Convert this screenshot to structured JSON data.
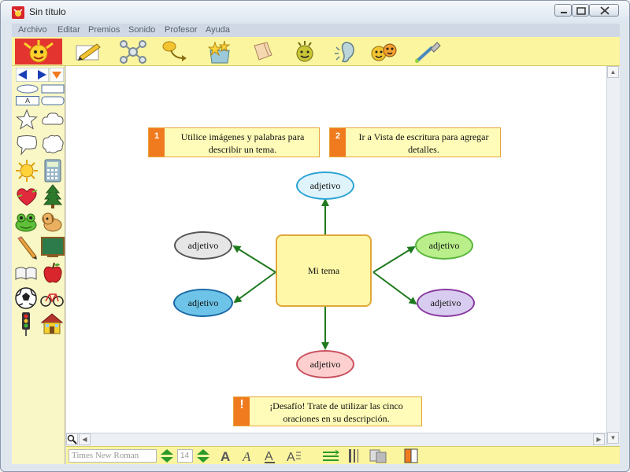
{
  "window": {
    "title": "Sin título"
  },
  "menu": [
    "Archivo",
    "Editar",
    "Premios",
    "Sonido",
    "Profesor",
    "Ayuda"
  ],
  "toolbar": {
    "icons": [
      "pencil-icon",
      "diagram-icon",
      "link-icon",
      "rapid-fire-icon",
      "eraser-icon",
      "fun-face-icon",
      "sound-icon",
      "characters-icon",
      "paint-icon"
    ]
  },
  "palette": {
    "shapes": {
      "text_label": "A"
    }
  },
  "notes": [
    {
      "number": "1",
      "text": "Utilice imágenes y palabras para describir un tema."
    },
    {
      "number": "2",
      "text": "Ir a Vista de escritura para agregar detalles."
    },
    {
      "number": "!",
      "text": "¡Desafío! Trate de utilizar las cinco oraciones en su descripción."
    }
  ],
  "diagram": {
    "center": "Mi tema",
    "bubbles": [
      {
        "label": "adjetivo",
        "fill": "#dff3fb",
        "stroke": "#2aa3d4"
      },
      {
        "label": "adjetivo",
        "fill": "#e6e6e6",
        "stroke": "#555555"
      },
      {
        "label": "adjetivo",
        "fill": "#b9ee8a",
        "stroke": "#58b53a"
      },
      {
        "label": "adjetivo",
        "fill": "#6ec4e8",
        "stroke": "#1a6aa6"
      },
      {
        "label": "adjetivo",
        "fill": "#d8cdf0",
        "stroke": "#8a3aa0"
      },
      {
        "label": "adjetivo",
        "fill": "#fdd0cf",
        "stroke": "#c9505e"
      }
    ],
    "arrow_color": "#1f7a1f"
  },
  "format_bar": {
    "font": "Times New Roman",
    "size": "14"
  }
}
